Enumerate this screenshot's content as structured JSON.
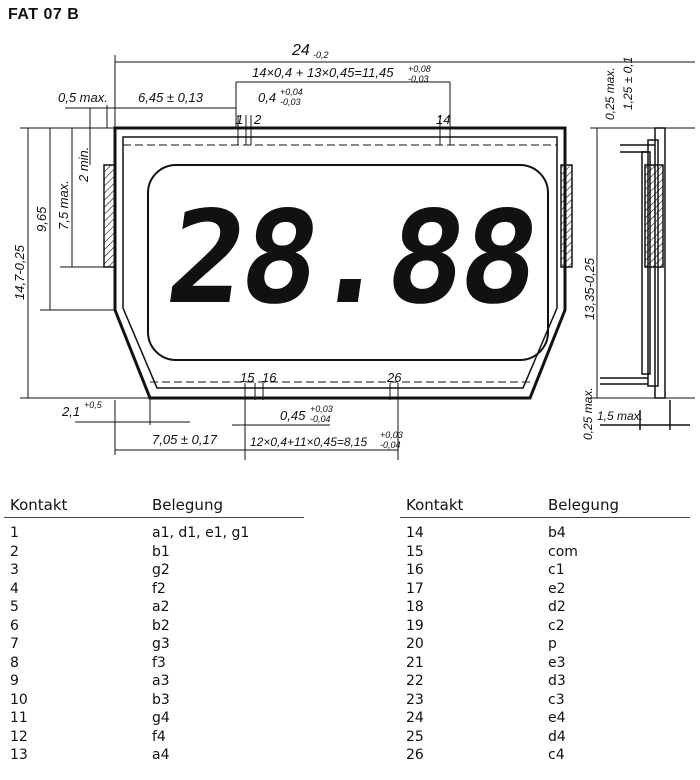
{
  "title": "FAT 07 B",
  "display_reading": "28.88",
  "dimensions": {
    "overall_width": "24",
    "overall_width_tol": "-0,2",
    "top_pitch": "14×0,4 + 13×0,45=11,45",
    "top_pitch_tol_plus": "+0,08",
    "top_pitch_tol_minus": "-0,03",
    "left_offset_max": "0,5 max.",
    "top_offset": "6,45 ± 0,13",
    "pin_width": "0,4",
    "pin_width_tol_plus": "+0,04",
    "pin_width_tol_minus": "-0,03",
    "height_total": "14,7-0,25",
    "height_965": "9,65",
    "height_75max": "7,5 max.",
    "height_2min": "2 min.",
    "chamfer": "2,1",
    "chamfer_tol": "+0,5",
    "bottom_offset": "7,05 ± 0,17",
    "bottom_gap": "0,45",
    "bottom_gap_tol_plus": "+0,03",
    "bottom_gap_tol_minus": "-0,04",
    "bottom_pitch": "12×0,4+11×0,45=8,15",
    "bottom_pitch_tol_plus": "+0,03",
    "bottom_pitch_tol_minus": "-0,04",
    "right_height": "13,35-0,25",
    "side_025max_top": "0,25 max.",
    "side_125": "1,25 ± 0,1",
    "side_025max_bottom": "0,25 max.",
    "side_15max": "1,5 max."
  },
  "pin_labels": {
    "p1": "1",
    "p2": "2",
    "p14": "14",
    "p15": "15",
    "p16": "16",
    "p26": "26"
  },
  "table": {
    "headers": [
      "Kontakt",
      "Belegung"
    ],
    "left": [
      [
        "1",
        "a1, d1, e1, g1"
      ],
      [
        "2",
        "b1"
      ],
      [
        "3",
        "g2"
      ],
      [
        "4",
        "f2"
      ],
      [
        "5",
        "a2"
      ],
      [
        "6",
        "b2"
      ],
      [
        "7",
        "g3"
      ],
      [
        "8",
        "f3"
      ],
      [
        "9",
        "a3"
      ],
      [
        "10",
        "b3"
      ],
      [
        "11",
        "g4"
      ],
      [
        "12",
        "f4"
      ],
      [
        "13",
        "a4"
      ]
    ],
    "right": [
      [
        "14",
        "b4"
      ],
      [
        "15",
        "com"
      ],
      [
        "16",
        "c1"
      ],
      [
        "17",
        "e2"
      ],
      [
        "18",
        "d2"
      ],
      [
        "19",
        "c2"
      ],
      [
        "20",
        "p"
      ],
      [
        "21",
        "e3"
      ],
      [
        "22",
        "d3"
      ],
      [
        "23",
        "c3"
      ],
      [
        "24",
        "e4"
      ],
      [
        "25",
        "d4"
      ],
      [
        "26",
        "c4"
      ]
    ]
  }
}
